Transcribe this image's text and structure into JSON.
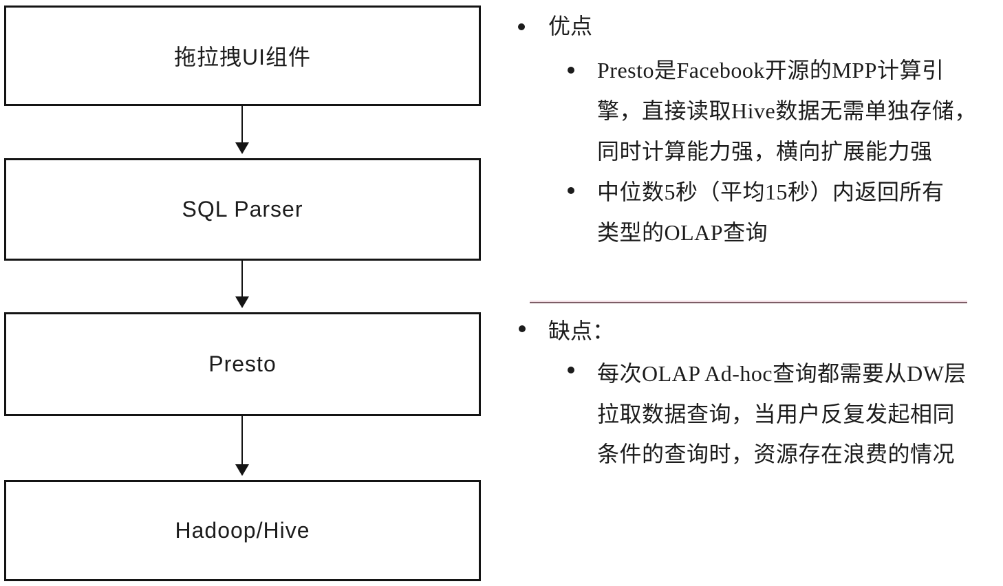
{
  "flowchart": {
    "nodes": [
      {
        "id": "ui-builder",
        "label": "拖拉拽UI组件"
      },
      {
        "id": "sql-parser",
        "label": "SQL Parser"
      },
      {
        "id": "presto",
        "label": "Presto"
      },
      {
        "id": "hadoop-hive",
        "label": "Hadoop/Hive"
      }
    ]
  },
  "pros": {
    "title": "优点",
    "bullets": [
      {
        "lines": [
          "Presto是Facebook开源的MPP计算引",
          "擎，直接读取Hive数据无需单独存储，",
          "同时计算能力强，横向扩展能力强"
        ]
      },
      {
        "lines": [
          "中位数5秒（平均15秒）内返回所有",
          "类型的OLAP查询"
        ]
      }
    ]
  },
  "cons": {
    "title": "缺点：",
    "bullets": [
      {
        "lines": [
          "每次OLAP Ad-hoc查询都需要从DW层",
          "拉取数据查询，当用户反复发起相同",
          "条件的查询时，资源存在浪费的情况"
        ]
      }
    ]
  },
  "colors": {
    "text": "#1c1c1c",
    "box_border": "#141414",
    "divider": "#7d5d66",
    "divider_glow": "#f2dde4",
    "background": "#ffffff"
  }
}
